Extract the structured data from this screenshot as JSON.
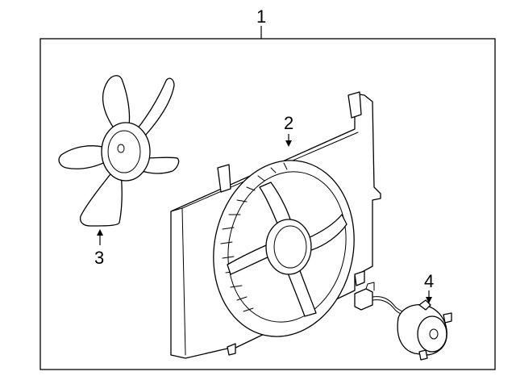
{
  "diagram": {
    "callouts": [
      {
        "id": "1",
        "label": "1",
        "part": "fan-shroud-assembly"
      },
      {
        "id": "2",
        "label": "2",
        "part": "fan-shroud"
      },
      {
        "id": "3",
        "label": "3",
        "part": "fan-blade"
      },
      {
        "id": "4",
        "label": "4",
        "part": "fan-motor"
      }
    ],
    "colors": {
      "line": "#000000",
      "background": "#ffffff"
    }
  }
}
